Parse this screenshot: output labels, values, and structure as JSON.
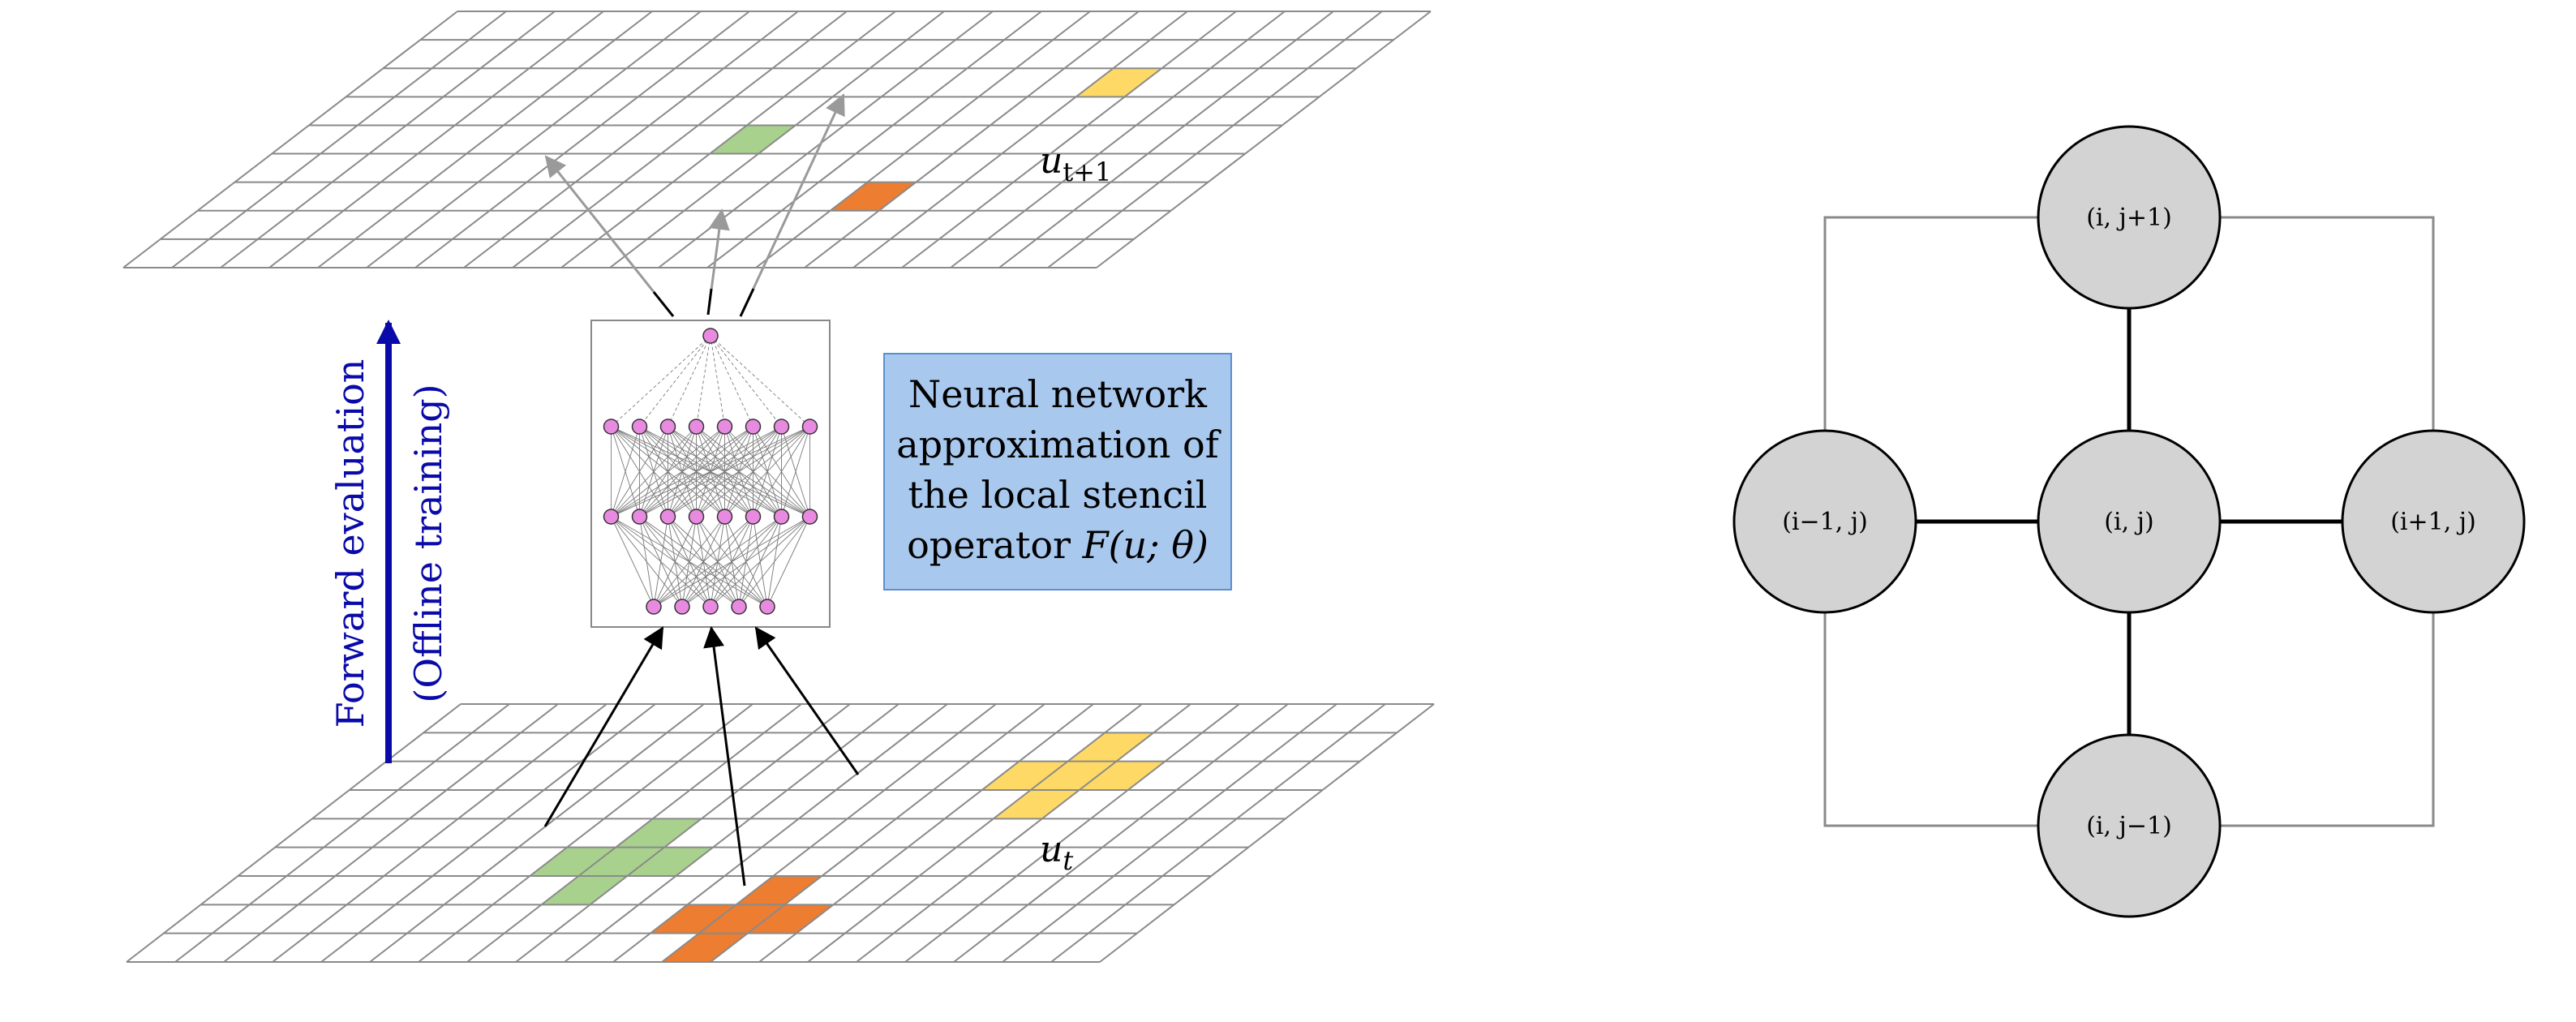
{
  "left_panel": {
    "top_grid_label_base": "u",
    "top_grid_label_sub": "t+1",
    "bottom_grid_label_base": "u",
    "bottom_grid_label_sub": "t",
    "forward_label": "Forward evaluation",
    "offline_label": "(Offline training)",
    "nn_caption_line1": "Neural network",
    "nn_caption_line2": "approximation of",
    "nn_caption_line3": "the local stencil",
    "nn_caption_line4_prefix": "operator ",
    "nn_caption_formula": "F(u; θ)",
    "network_layers": [
      1,
      8,
      8,
      5
    ],
    "highlight_colors": {
      "green": "#a9d18e",
      "orange": "#ed7d31",
      "yellow": "#ffd966"
    },
    "neuron_color": "#e88be0",
    "caption_box_fill": "#a9c8ee",
    "caption_box_border": "#5b8fd0",
    "forward_arrow_color": "#0a0aa8"
  },
  "right_panel": {
    "nodes": {
      "center": "(i, j)",
      "top": "(i, j+1)",
      "left": "(i−1, j)",
      "right": "(i+1, j)",
      "bottom": "(i, j−1)"
    },
    "node_fill": "#d3d3d3"
  }
}
